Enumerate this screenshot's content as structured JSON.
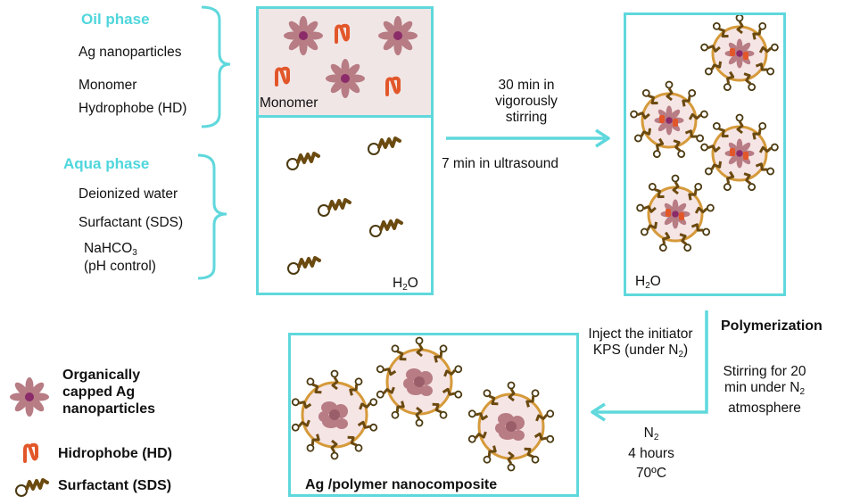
{
  "oil": {
    "heading": "Oil phase",
    "items": [
      "Ag nanoparticles",
      "Monomer",
      "Hydrophobe (HD)"
    ]
  },
  "aqua": {
    "heading": "Aqua phase",
    "items": [
      "Deionized water",
      "Surfactant (SDS)"
    ],
    "nahco3_main": "NaHCO",
    "nahco3_sub": "3",
    "ph_control": "(pH control)"
  },
  "box1": {
    "monomer_label": "Monomer",
    "h2o_main": "H",
    "h2o_sub": "2",
    "h2o_end": "O"
  },
  "box2": {
    "h2o_main": "H",
    "h2o_sub": "2",
    "h2o_end": "O"
  },
  "arrow1": {
    "top_line1": "30 min in",
    "top_line2": "vigorously",
    "top_line3": "stirring",
    "bottom": "7 min in ultrasound"
  },
  "step2": {
    "polymerization": "Polymerization",
    "inject_line1": "Inject the initiator",
    "inject_line2_main": "KPS (under N",
    "inject_line2_sub": "2",
    "inject_line2_end": ")",
    "stir_line1": "Stirring for 20",
    "stir_line2_main": "min under N",
    "stir_line2_sub": "2",
    "stir_line3": "atmosphere",
    "n2_main": "N",
    "n2_sub": "2",
    "hours": "4 hours",
    "temp": "70ºC"
  },
  "box3": {
    "label": "Ag /polymer nanocomposite"
  },
  "legend": {
    "ag_line1": "Organically",
    "ag_line2": "capped Ag",
    "ag_line3": "nanoparticles",
    "hd": "Hidrophobe (HD)",
    "sds": "Surfactant (SDS)"
  },
  "colors": {
    "cyan": "#5fd8dc",
    "flower": "#b77c84",
    "flower_core": "#8b2b69",
    "hydrophobe": "#e2572a",
    "surfactant": "#6b4a10",
    "shell": "#d59a3a",
    "oil_bg": "#f1e6e6",
    "droplet_fill": "#f6e5e5"
  }
}
